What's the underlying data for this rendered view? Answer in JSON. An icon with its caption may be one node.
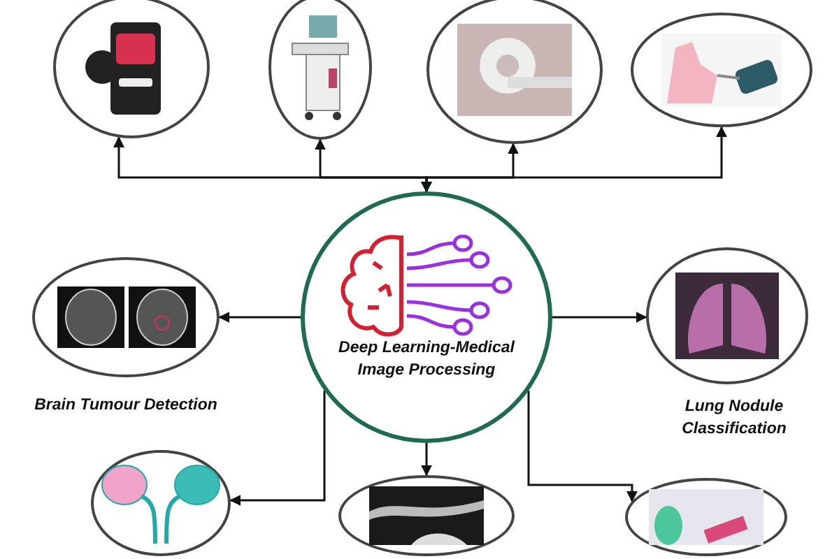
{
  "diagram": {
    "nodes": [
      {
        "text": [],
        "shape": "picture"
      },
      {
        "text": [],
        "shape": "picture"
      },
      {
        "text": [],
        "shape": "picture"
      },
      {
        "text": [],
        "shape": "picture"
      },
      {
        "text": [],
        "shape": "picture",
        "beside": [
          "Brain Tumour Detection"
        ]
      },
      {
        "text": [
          "Deep Learning-Medical Image Processing"
        ]
      },
      {
        "text": [],
        "shape": "picture",
        "beside": [
          "Lung Nodule Classification"
        ]
      },
      {
        "text": [],
        "shape": "picture"
      },
      {
        "text": [],
        "shape": "picture"
      },
      {
        "text": [],
        "shape": "picture"
      }
    ],
    "edges": [
      {
        "from": 5,
        "to": 0,
        "arrow": "both"
      },
      {
        "from": 5,
        "to": 1,
        "arrow": "both"
      },
      {
        "from": 5,
        "to": 2,
        "arrow": "both"
      },
      {
        "from": 5,
        "to": 3,
        "arrow": "both"
      },
      {
        "from": 5,
        "to": 4,
        "arrow": "to"
      },
      {
        "from": 5,
        "to": 6,
        "arrow": "to"
      },
      {
        "from": 5,
        "to": 7,
        "arrow": "to"
      },
      {
        "from": 5,
        "to": 8,
        "arrow": "to"
      },
      {
        "from": 5,
        "to": 9,
        "arrow": "to"
      }
    ]
  }
}
